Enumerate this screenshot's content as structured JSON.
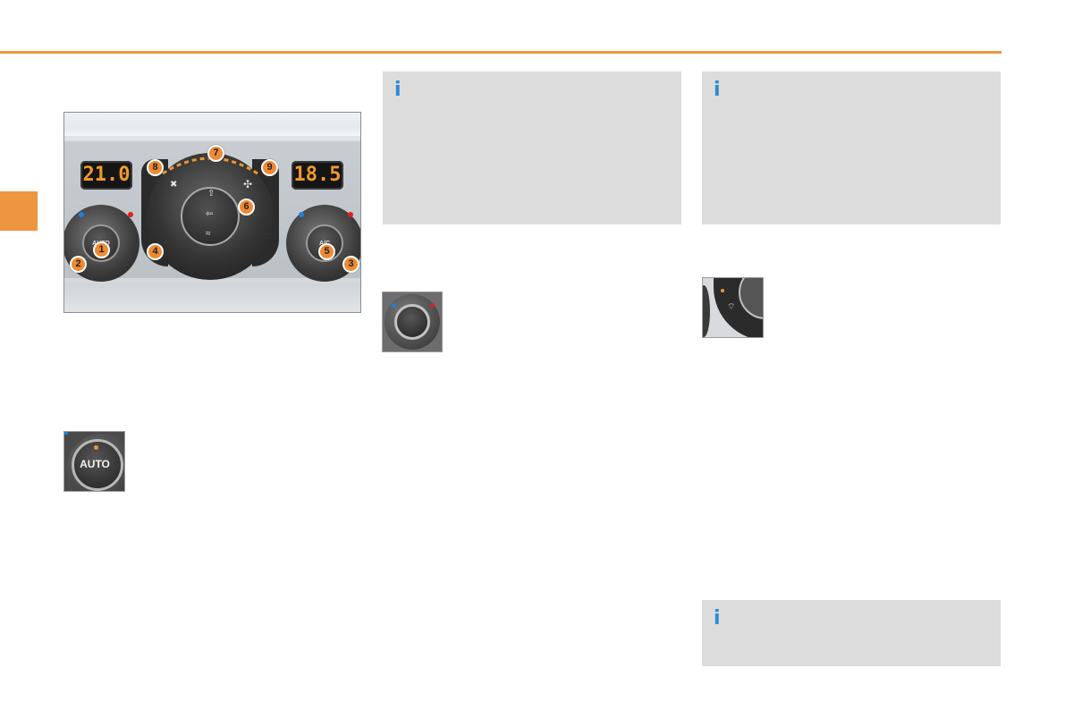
{
  "panel": {
    "left_display": "21.0",
    "right_display": "18.5",
    "left_knob_label": "AUTO",
    "right_knob_label": "A/C",
    "callouts": [
      "1",
      "2",
      "3",
      "4",
      "5",
      "6",
      "7",
      "8",
      "9"
    ]
  },
  "thumbnails": {
    "auto_button_label": "AUTO"
  },
  "info_boxes": {
    "icon_glyph": "i"
  },
  "colors": {
    "accent_orange": "#ee9540",
    "info_box_grey": "#dcdcdd",
    "info_icon_blue": "#2a8ad6",
    "lcd_digits": "#f39a2a",
    "indicator_blue": "#1d7fe0",
    "indicator_red": "#e02020"
  }
}
